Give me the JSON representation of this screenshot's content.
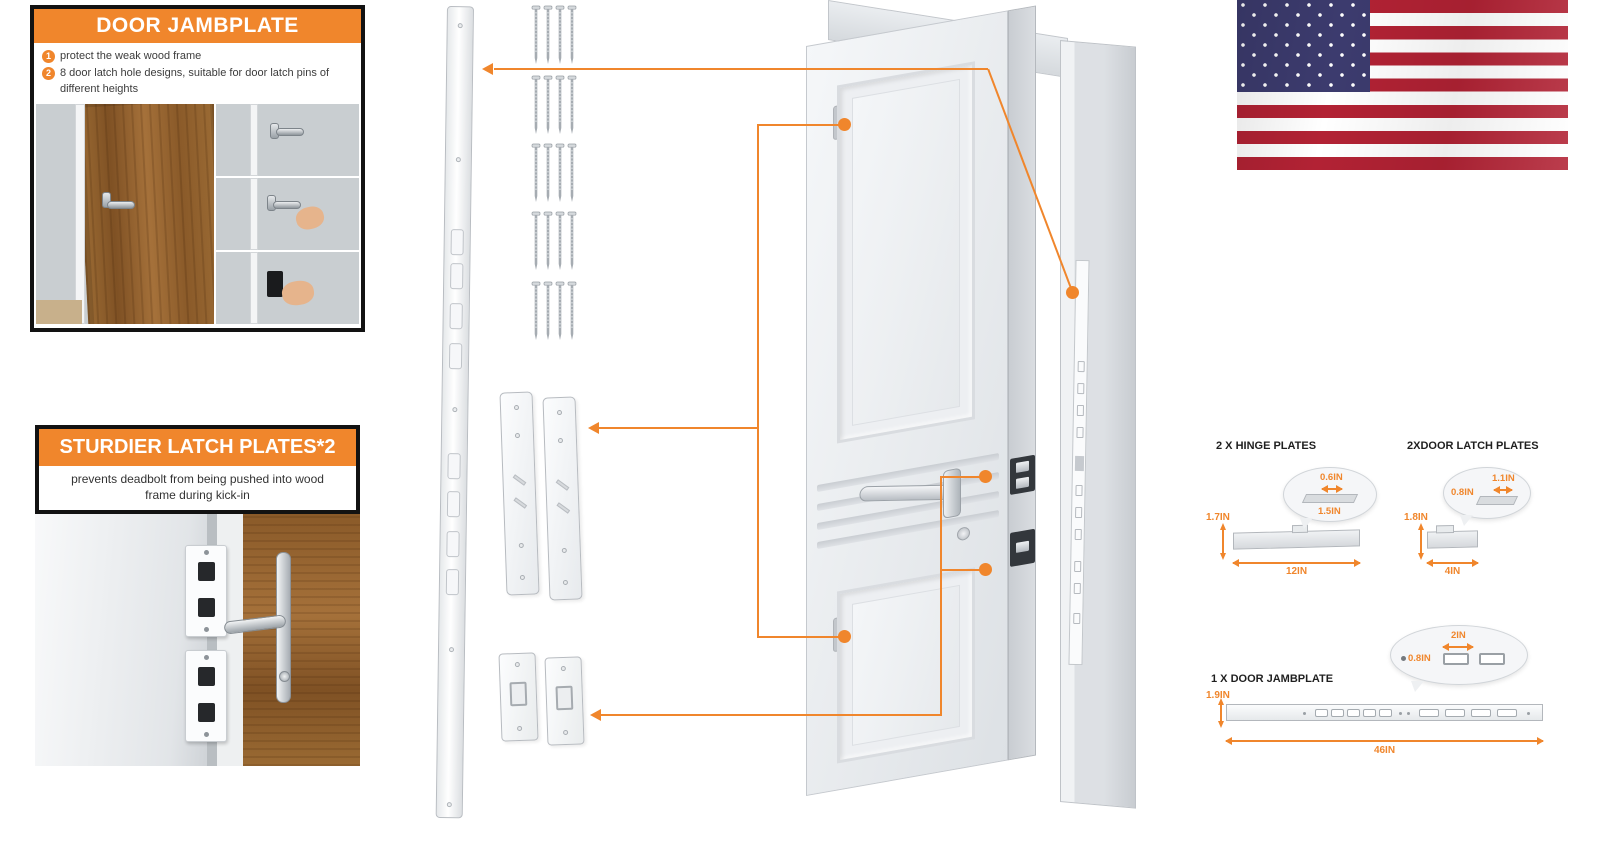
{
  "colors": {
    "accent_orange": "#F0862C",
    "flag_red": "#B22234",
    "flag_blue": "#3C3B6E",
    "panel_border": "#121212"
  },
  "panel_jambplate": {
    "title": "DOOR JAMBPLATE",
    "bullets": [
      {
        "num": "1",
        "text": "protect the weak wood frame"
      },
      {
        "num": "2",
        "text": "8 door latch hole designs, suitable for door latch pins of different heights"
      }
    ]
  },
  "panel_latch_plates": {
    "title": "STURDIER LATCH PLATES*2",
    "subtitle": "prevents deadbolt from being pushed into wood frame during kick-in"
  },
  "specs": {
    "hinge": {
      "label": "2 X HINGE  PLATES",
      "dim_top": "0.6IN",
      "dim_inner": "1.5IN",
      "dim_height": "1.7IN",
      "dim_width": "12IN"
    },
    "latch": {
      "label": "2XDOOR LATCH PLATES",
      "dim_top": "1.1IN",
      "dim_inner": "0.8IN",
      "dim_height": "1.8IN",
      "dim_width": "4IN"
    },
    "jamb": {
      "label": "1 X DOOR JAMBPLATE",
      "dim_top": "2IN",
      "dim_inner": "0.8IN",
      "dim_height": "1.9IN",
      "dim_width": "46IN"
    }
  },
  "icons": {
    "flag": "us-flag"
  }
}
